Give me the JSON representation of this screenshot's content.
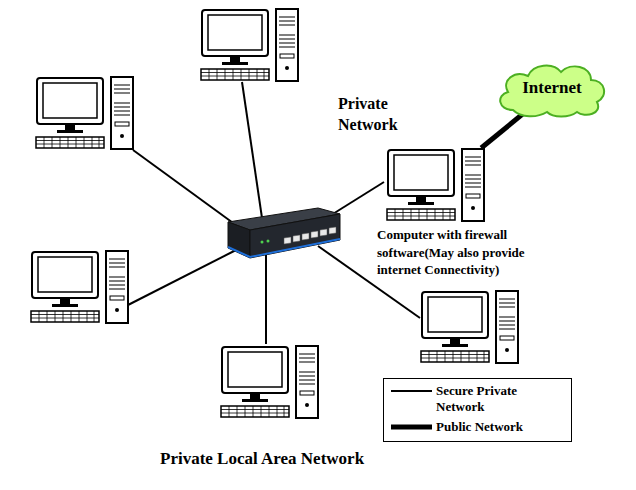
{
  "diagram": {
    "title": "Private Local Area Network",
    "nodes": [
      {
        "text": [
          "Internet"
        ]
      },
      {
        "text": [
          "Computer with firewall software(May also provide internet Connectivity)"
        ]
      }
    ],
    "edges": [
      {
        "from": 1,
        "to": 0,
        "arrow": "none"
      }
    ],
    "labels": [
      "Private Network"
    ],
    "legend": [
      {
        "text": "Secure Private Network"
      },
      {
        "text": "Public Network"
      }
    ]
  }
}
